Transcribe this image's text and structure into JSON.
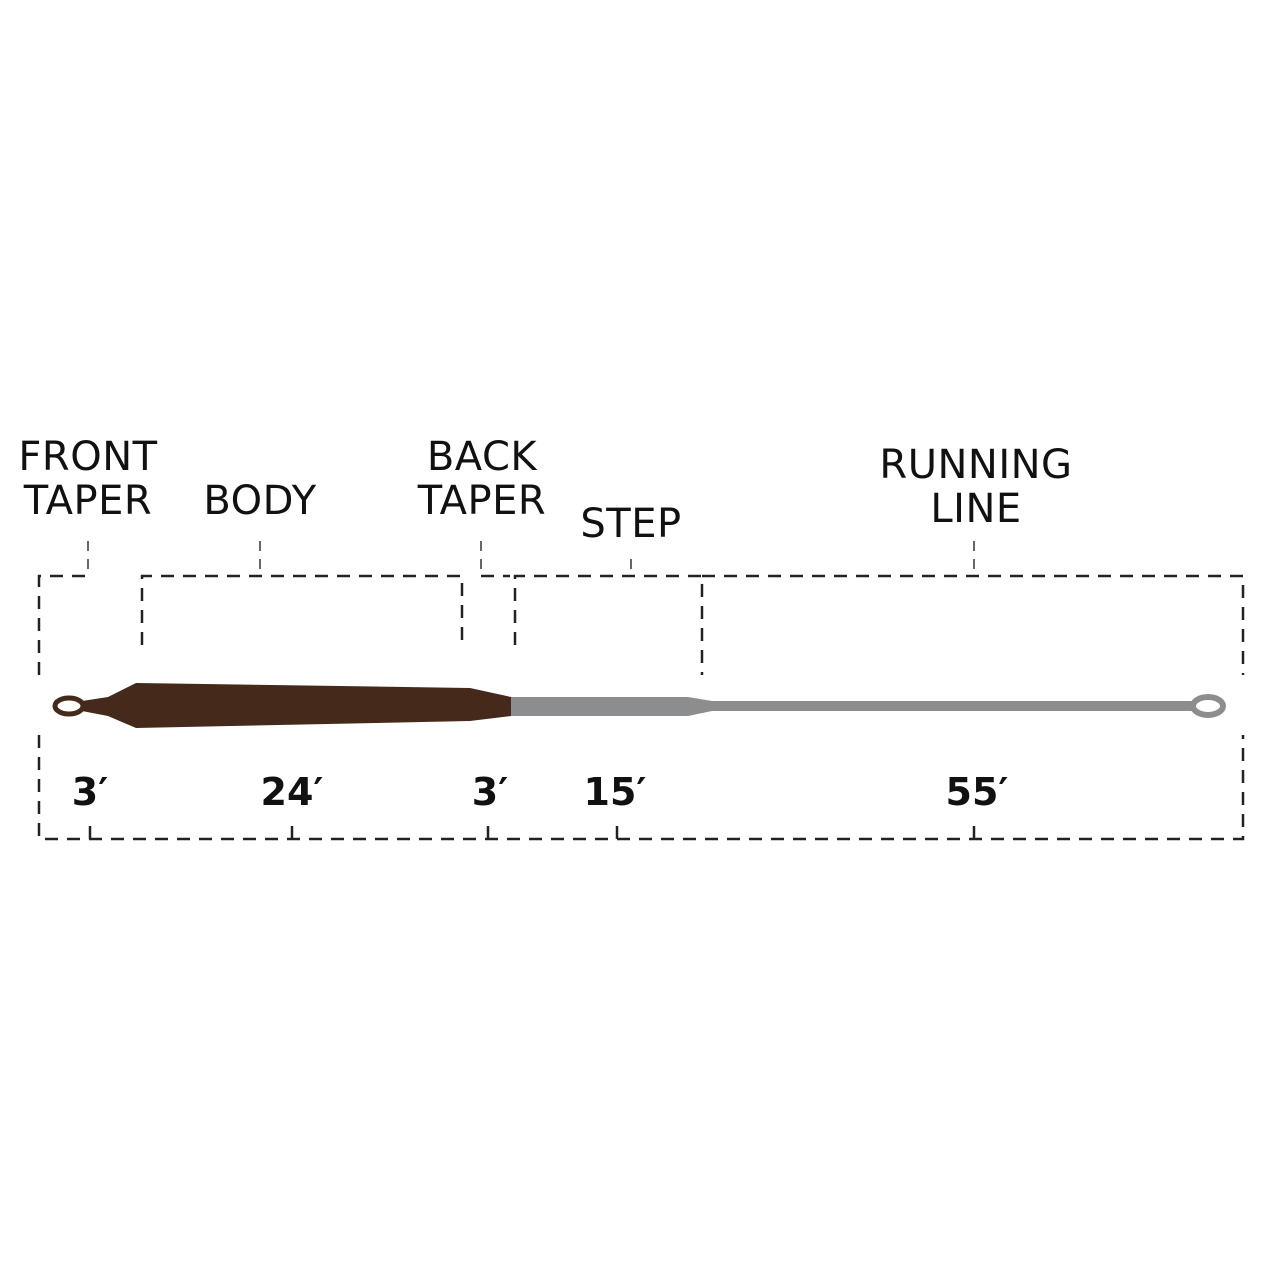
{
  "sections": [
    {
      "id": "front-taper",
      "label_lines": [
        "FRONT",
        "TAPER"
      ],
      "length": "3′"
    },
    {
      "id": "body",
      "label_lines": [
        "BODY"
      ],
      "length": "24′"
    },
    {
      "id": "back-taper",
      "label_lines": [
        "BACK",
        "TAPER"
      ],
      "length": "3′"
    },
    {
      "id": "step",
      "label_lines": [
        "STEP"
      ],
      "length": "15′"
    },
    {
      "id": "running-line",
      "label_lines": [
        "RUNNING",
        "LINE"
      ],
      "length": "55′"
    }
  ],
  "colors": {
    "head": "#45291a",
    "running_line": "#8b8d8f",
    "ink": "#111111",
    "background": "#ffffff"
  }
}
